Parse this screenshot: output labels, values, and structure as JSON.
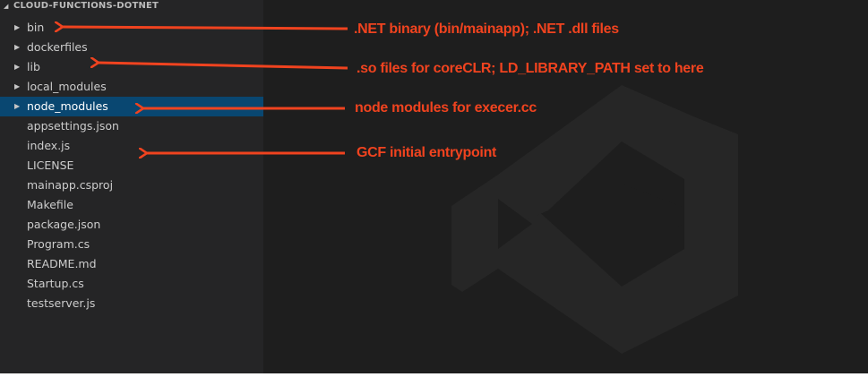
{
  "explorer": {
    "section_title": "CLOUD-FUNCTIONS-DOTNET",
    "items": [
      {
        "label": "bin",
        "folder": true
      },
      {
        "label": "dockerfiles",
        "folder": true
      },
      {
        "label": "lib",
        "folder": true
      },
      {
        "label": "local_modules",
        "folder": true
      },
      {
        "label": "node_modules",
        "folder": true,
        "selected": true
      },
      {
        "label": "appsettings.json",
        "folder": false
      },
      {
        "label": "index.js",
        "folder": false
      },
      {
        "label": "LICENSE",
        "folder": false
      },
      {
        "label": "mainapp.csproj",
        "folder": false
      },
      {
        "label": "Makefile",
        "folder": false
      },
      {
        "label": "package.json",
        "folder": false
      },
      {
        "label": "Program.cs",
        "folder": false
      },
      {
        "label": "README.md",
        "folder": false
      },
      {
        "label": "Startup.cs",
        "folder": false
      },
      {
        "label": "testserver.js",
        "folder": false
      }
    ]
  },
  "annotations": [
    {
      "text": ".NET binary (bin/mainapp);  .NET .dll files"
    },
    {
      "text": ".so files for coreCLR;  LD_LIBRARY_PATH set to here"
    },
    {
      "text": "node modules for execer.cc"
    },
    {
      "text": "GCF initial entrypoint"
    }
  ],
  "colors": {
    "sidebar_bg": "#252526",
    "editor_bg": "#1e1e1e",
    "selection_bg": "#094771",
    "annotation": "#f0431f"
  }
}
